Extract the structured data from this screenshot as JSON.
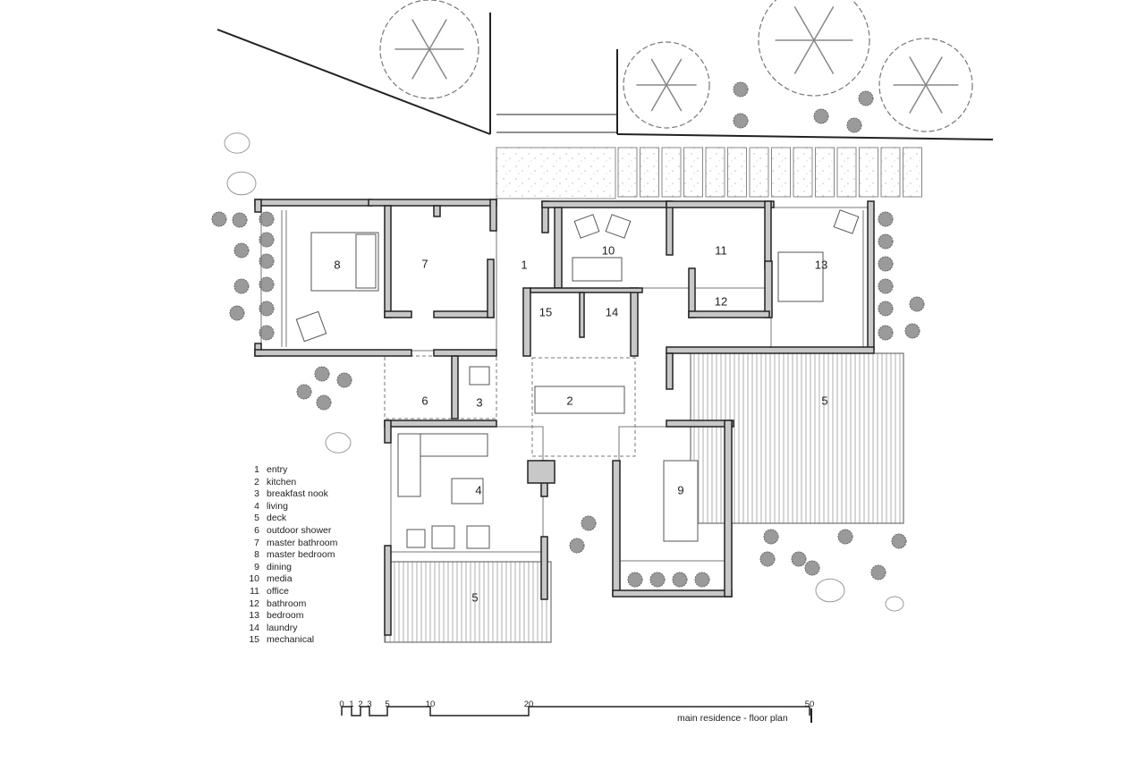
{
  "rooms": [
    {
      "num": "1",
      "name": "entry"
    },
    {
      "num": "2",
      "name": "kitchen"
    },
    {
      "num": "3",
      "name": "breakfast nook"
    },
    {
      "num": "4",
      "name": "living"
    },
    {
      "num": "5",
      "name": "deck"
    },
    {
      "num": "6",
      "name": "outdoor shower"
    },
    {
      "num": "7",
      "name": "master bathroom"
    },
    {
      "num": "8",
      "name": "master bedroom"
    },
    {
      "num": "9",
      "name": "dining"
    },
    {
      "num": "10",
      "name": "media"
    },
    {
      "num": "11",
      "name": "office"
    },
    {
      "num": "12",
      "name": "bathroom"
    },
    {
      "num": "13",
      "name": "bedroom"
    },
    {
      "num": "14",
      "name": "laundry"
    },
    {
      "num": "15",
      "name": "mechanical"
    }
  ],
  "scale_bar": {
    "ticks": [
      "0",
      "1",
      "2",
      "3",
      "5",
      "10",
      "20",
      "50"
    ],
    "title": "main residence - floor plan"
  },
  "colors": {
    "wall_fill": "#c8c8c8",
    "line": "#222222",
    "shrub": "#9a9a9a"
  }
}
